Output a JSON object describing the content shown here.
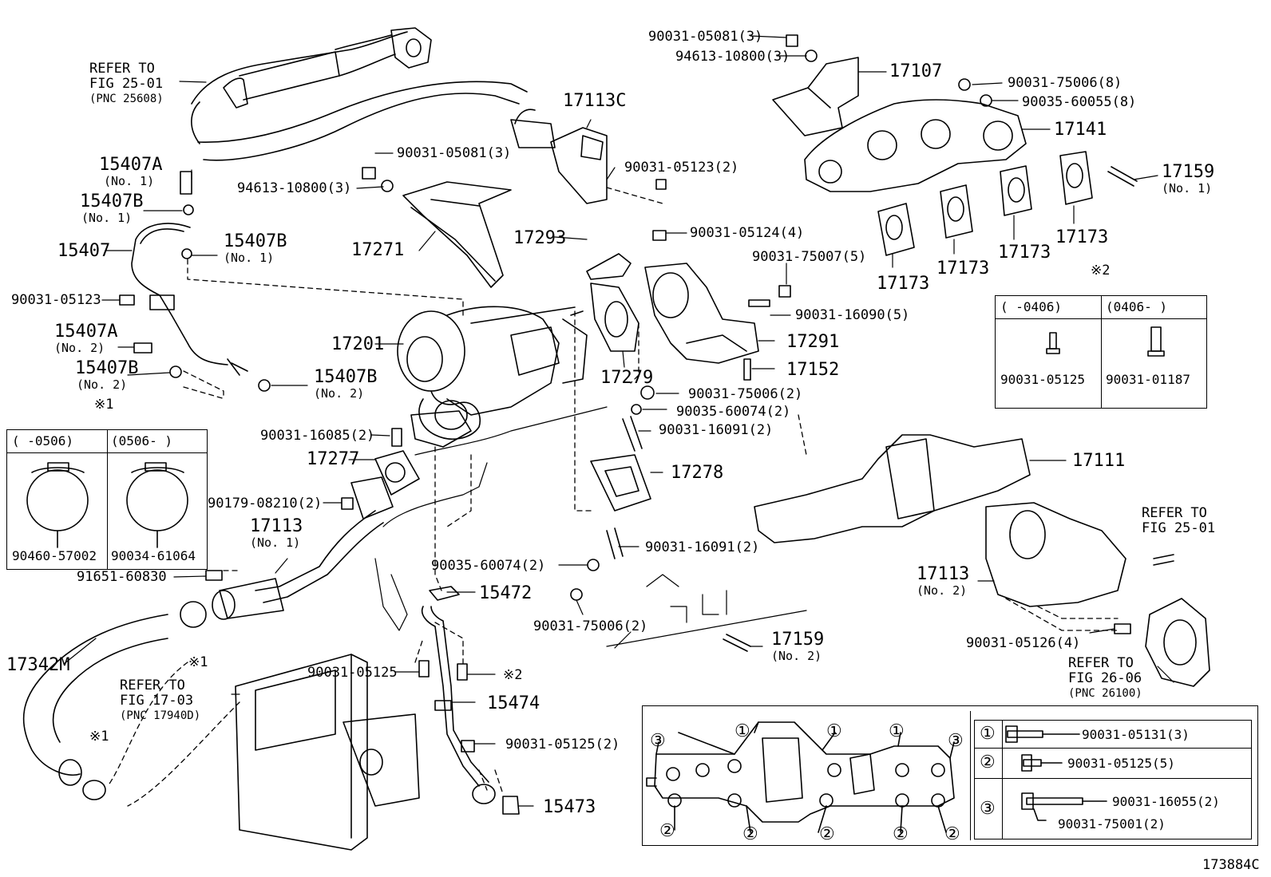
{
  "diagram_id": "173884C",
  "refer_25608": {
    "line1": "REFER TO",
    "line2": "FIG 25-01",
    "line3": "(PNC 25608)"
  },
  "refer_25_01b": {
    "line1": "REFER TO",
    "line2": "FIG 25-01"
  },
  "refer_17940": {
    "line1": "REFER TO",
    "line2": "FIG 17-03",
    "line3": "(PNC 17940D)"
  },
  "refer_26100": {
    "line1": "REFER TO",
    "line2": "FIG 26-06",
    "line3": "(PNC 26100)"
  },
  "labels": {
    "p_90031_05081_3_top": "90031-05081(3)",
    "p_94613_10800_3_top": "94613-10800(3)",
    "p_17107": "17107",
    "p_90031_75006_8": "90031-75006(8)",
    "p_90035_60055_8": "90035-60055(8)",
    "p_17141": "17141",
    "p_17159_no1": "17159",
    "p_17159_no1_sub": "(No. 1)",
    "p_17173_a": "17173",
    "p_17173_b": "17173",
    "p_17173_c": "17173",
    "p_17173_d": "17173",
    "p_17113c": "17113C",
    "p_90031_05081_3": "90031-05081(3)",
    "p_94613_10800_3": "94613-10800(3)",
    "p_90031_05123_2": "90031-05123(2)",
    "p_15407a_1": "15407A",
    "p_15407a_1_sub": "(No. 1)",
    "p_15407b_1a": "15407B",
    "p_15407b_1a_sub": "(No. 1)",
    "p_15407": "15407",
    "p_15407b_1b": "15407B",
    "p_15407b_1b_sub": "(No. 1)",
    "p_17271": "17271",
    "p_17293": "17293",
    "p_90031_05124_4": "90031-05124(4)",
    "p_90031_75007_5": "90031-75007(5)",
    "p_90031_05123": "90031-05123",
    "p_15407a_2": "15407A",
    "p_15407a_2_sub": "(No. 2)",
    "p_15407b_2a": "15407B",
    "p_15407b_2a_sub": "(No. 2)",
    "p_17201": "17201",
    "p_15407b_2b": "15407B",
    "p_15407b_2b_sub": "(No. 2)",
    "p_90031_16090_5": "90031-16090(5)",
    "p_17291": "17291",
    "p_17279": "17279",
    "p_17152": "17152",
    "p_90031_75006_2a": "90031-75006(2)",
    "p_90035_60074_2a": "90035-60074(2)",
    "p_90031_16091_2a": "90031-16091(2)",
    "p_90031_16085_2": "90031-16085(2)",
    "p_17277": "17277",
    "p_17278": "17278",
    "p_17111": "17111",
    "p_90179_08210_2": "90179-08210(2)",
    "p_17113_1": "17113",
    "p_17113_1_sub": "(No. 1)",
    "p_91651_60830": "91651-60830",
    "p_90031_16091_2b": "90031-16091(2)",
    "p_90035_60074_2b": "90035-60074(2)",
    "p_15472": "15472",
    "p_17113_2": "17113",
    "p_17113_2_sub": "(No. 2)",
    "p_90031_75006_2b": "90031-75006(2)",
    "p_17342m": "17342M",
    "p_17159_no2": "17159",
    "p_17159_no2_sub": "(No. 2)",
    "p_90031_05126_4": "90031-05126(4)",
    "p_90031_05125": "90031-05125",
    "p_15474": "15474",
    "p_90031_05125_2": "90031-05125(2)",
    "p_15473": "15473",
    "mark1_a": "※1",
    "mark1_b": "※1",
    "mark1_c": "※1",
    "mark2_a": "※2",
    "mark2_b": "※2"
  },
  "table_mark1": {
    "left_head": "(     -0506)",
    "right_head": "(0506-      )",
    "left_part": "90460-57002",
    "right_part": "90034-61064"
  },
  "table_mark2": {
    "left_head": "(     -0406)",
    "right_head": "(0406-      )",
    "left_part": "90031-05125",
    "right_part": "90031-01187"
  },
  "bolt_key": {
    "k1": "①",
    "k2": "②",
    "k3": "③",
    "r1": "90031-05131(3)",
    "r2": "90031-05125(5)",
    "r3a": "90031-16055(2)",
    "r3b": "90031-75001(2)"
  },
  "gasket_marks": {
    "a": "③",
    "b": "①",
    "c": "①",
    "d": "①",
    "e": "③",
    "f": "②",
    "g": "②",
    "h": "②",
    "i": "②",
    "j": "②"
  }
}
